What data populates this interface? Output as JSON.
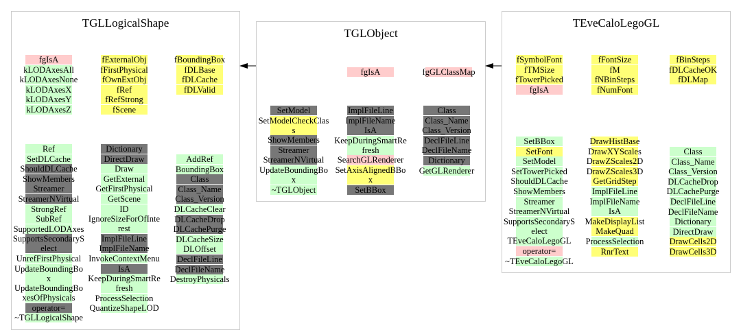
{
  "palette": {
    "g": "#ccffcc",
    "k": "#777777",
    "y": "#ffff77",
    "p": "#ffcccc"
  },
  "panels": [
    {
      "id": "tgllogicalshape",
      "title": "TGLLogicalShape",
      "columns": [
        [
          [
            "fgIsA",
            "p"
          ],
          [
            "kLODAxesAll",
            "g"
          ],
          [
            "kLODAxesNone",
            "g"
          ],
          [
            "kLODAxesX",
            "g"
          ],
          [
            "kLODAxesY",
            "g"
          ],
          [
            "kLODAxesZ",
            "g"
          ]
        ],
        [
          [
            "fExternalObj",
            "y"
          ],
          [
            "fFirstPhysical",
            "y"
          ],
          [
            "fOwnExtObj",
            "y"
          ],
          [
            "fRef",
            "y"
          ],
          [
            "fRefStrong",
            "y"
          ],
          [
            "fScene",
            "y"
          ]
        ],
        [
          [
            "fBoundingBox",
            "y"
          ],
          [
            "fDLBase",
            "y"
          ],
          [
            "fDLCache",
            "y"
          ],
          [
            "fDLValid",
            "y"
          ]
        ],
        [
          [
            "Ref",
            "g"
          ],
          [
            "SetDLCache",
            "g"
          ],
          [
            "ShouldDLCache",
            "k"
          ],
          [
            "ShowMembers",
            "k"
          ],
          [
            "Streamer",
            "k"
          ],
          [
            "StreamerNVirtual",
            "k"
          ],
          [
            "StrongRef",
            "g"
          ],
          [
            "SubRef",
            "g"
          ],
          [
            "SupportedLODAxes",
            "g"
          ],
          [
            "SupportsSecondarySelect",
            "k"
          ],
          [
            "UnrefFirstPhysical",
            "g"
          ],
          [
            "UpdateBoundingBox",
            "g"
          ],
          [
            "UpdateBoundingBoxesOfPhysicals",
            "g"
          ],
          [
            "operator=",
            "k"
          ],
          [
            "~TGLLogicalShape",
            "g"
          ]
        ],
        [
          [
            "Dictionary",
            "k"
          ],
          [
            "DirectDraw",
            "k"
          ],
          [
            "Draw",
            "g"
          ],
          [
            "GetExternal",
            "g"
          ],
          [
            "GetFirstPhysical",
            "g"
          ],
          [
            "GetScene",
            "g"
          ],
          [
            "ID",
            "g"
          ],
          [
            "IgnoreSizeForOfInterest",
            "g"
          ],
          [
            "ImplFileLine",
            "k"
          ],
          [
            "ImplFileName",
            "k"
          ],
          [
            "InvokeContextMenu",
            "g"
          ],
          [
            "IsA",
            "k"
          ],
          [
            "KeepDuringSmartRefresh",
            "g"
          ],
          [
            "ProcessSelection",
            "g"
          ],
          [
            "QuantizeShapeLOD",
            "g"
          ]
        ],
        [
          [
            "AddRef",
            "g"
          ],
          [
            "BoundingBox",
            "g"
          ],
          [
            "Class",
            "k"
          ],
          [
            "Class_Name",
            "k"
          ],
          [
            "Class_Version",
            "k"
          ],
          [
            "DLCacheClear",
            "g"
          ],
          [
            "DLCacheDrop",
            "k"
          ],
          [
            "DLCachePurge",
            "k"
          ],
          [
            "DLCacheSize",
            "g"
          ],
          [
            "DLOffset",
            "g"
          ],
          [
            "DeclFileLine",
            "k"
          ],
          [
            "DeclFileName",
            "k"
          ],
          [
            "DestroyPhysicals",
            "g"
          ]
        ]
      ]
    },
    {
      "id": "tglobject",
      "title": "TGLObject",
      "columns": [
        [
          [
            "fgIsA",
            "p"
          ]
        ],
        [
          [
            "fgGLClassMap",
            "p"
          ]
        ],
        [
          [
            "SetModel",
            "k"
          ],
          [
            "SetModelCheckClass",
            "y"
          ],
          [
            "ShowMembers",
            "k"
          ],
          [
            "Streamer",
            "k"
          ],
          [
            "StreamerNVirtual",
            "k"
          ],
          [
            "UpdateBoundingBox",
            "g"
          ],
          [
            "~TGLObject",
            "g"
          ]
        ],
        [
          [
            "ImplFileLine",
            "k"
          ],
          [
            "ImplFileName",
            "k"
          ],
          [
            "IsA",
            "k"
          ],
          [
            "KeepDuringSmartRefresh",
            "g"
          ],
          [
            "SearchGLRenderer",
            "p"
          ],
          [
            "SetAxisAlignedBBox",
            "y"
          ],
          [
            "SetBBox",
            "k"
          ]
        ],
        [
          [
            "Class",
            "k"
          ],
          [
            "Class_Name",
            "k"
          ],
          [
            "Class_Version",
            "k"
          ],
          [
            "DeclFileLine",
            "k"
          ],
          [
            "DeclFileName",
            "k"
          ],
          [
            "Dictionary",
            "k"
          ],
          [
            "GetGLRenderer",
            "g"
          ]
        ]
      ]
    },
    {
      "id": "tevecalolegogl",
      "title": "TEveCaloLegoGL",
      "columns": [
        [
          [
            "fSymbolFont",
            "y"
          ],
          [
            "fTMSize",
            "y"
          ],
          [
            "fTowerPicked",
            "y"
          ],
          [
            "fgIsA",
            "p"
          ]
        ],
        [
          [
            "fFontSize",
            "y"
          ],
          [
            "fM",
            "y"
          ],
          [
            "fNBinSteps",
            "y"
          ],
          [
            "fNumFont",
            "y"
          ]
        ],
        [
          [
            "fBinSteps",
            "y"
          ],
          [
            "fDLCacheOK",
            "y"
          ],
          [
            "fDLMap",
            "y"
          ]
        ],
        [
          [
            "SetBBox",
            "g"
          ],
          [
            "SetFont",
            "y"
          ],
          [
            "SetModel",
            "g"
          ],
          [
            "SetTowerPicked",
            "g"
          ],
          [
            "ShouldDLCache",
            "g"
          ],
          [
            "ShowMembers",
            "g"
          ],
          [
            "Streamer",
            "g"
          ],
          [
            "StreamerNVirtual",
            "g"
          ],
          [
            "SupportsSecondarySelect",
            "g"
          ],
          [
            "TEveCaloLegoGL",
            "g"
          ],
          [
            "operator=",
            "p"
          ],
          [
            "~TEveCaloLegoGL",
            "g"
          ]
        ],
        [
          [
            "DrawHistBase",
            "y"
          ],
          [
            "DrawXYScales",
            "y"
          ],
          [
            "DrawZScales2D",
            "y"
          ],
          [
            "DrawZScales3D",
            "y"
          ],
          [
            "GetGridStep",
            "y"
          ],
          [
            "ImplFileLine",
            "g"
          ],
          [
            "ImplFileName",
            "g"
          ],
          [
            "IsA",
            "g"
          ],
          [
            "MakeDisplayList",
            "y"
          ],
          [
            "MakeQuad",
            "y"
          ],
          [
            "ProcessSelection",
            "g"
          ],
          [
            "RnrText",
            "y"
          ]
        ],
        [
          [
            "Class",
            "g"
          ],
          [
            "Class_Name",
            "g"
          ],
          [
            "Class_Version",
            "g"
          ],
          [
            "DLCacheDrop",
            "g"
          ],
          [
            "DLCachePurge",
            "g"
          ],
          [
            "DeclFileLine",
            "g"
          ],
          [
            "DeclFileName",
            "g"
          ],
          [
            "Dictionary",
            "g"
          ],
          [
            "DirectDraw",
            "g"
          ],
          [
            "DrawCells2D",
            "y"
          ],
          [
            "DrawCells3D",
            "y"
          ]
        ]
      ]
    }
  ]
}
